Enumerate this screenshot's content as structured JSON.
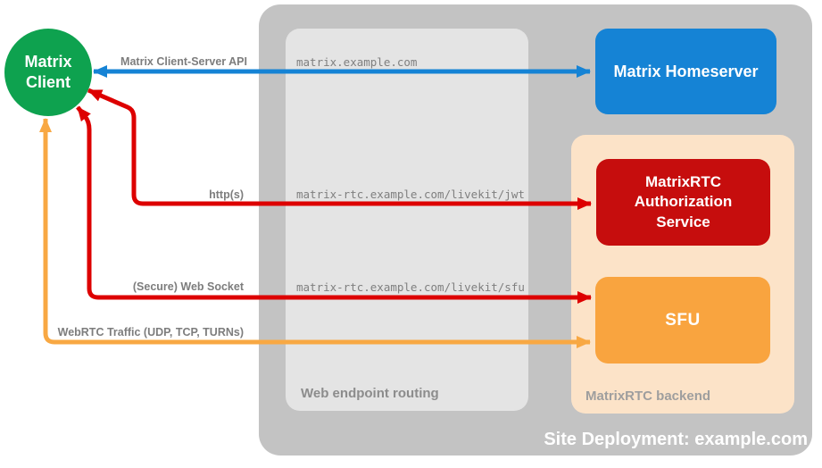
{
  "containers": {
    "site_deployment": {
      "label": "Site Deployment: example.com",
      "bg": "#c3c3c3"
    },
    "web_endpoint_routing": {
      "label": "Web endpoint routing",
      "bg": "#e4e4e4"
    },
    "matrixrtc_backend": {
      "label": "MatrixRTC backend",
      "bg": "#fce3c8"
    }
  },
  "nodes": {
    "matrix_client": {
      "label": "Matrix Client",
      "color": "#0ea24f"
    },
    "matrix_homeserver": {
      "label": "Matrix Homeserver",
      "color": "#1583d5"
    },
    "matrixrtc_auth_service": {
      "label": "MatrixRTC Authorization Service",
      "color": "#c60d0d"
    },
    "sfu": {
      "label": "SFU",
      "color": "#f9a43f"
    }
  },
  "edges": {
    "client_server_api": {
      "label": "Matrix Client-Server API",
      "route": "matrix.example.com",
      "color": "#1583d5"
    },
    "https": {
      "label": "http(s)",
      "route": "matrix-rtc.example.com/livekit/jwt",
      "color": "#dd0000"
    },
    "websocket": {
      "label": "(Secure) Web Socket",
      "route": "matrix-rtc.example.com/livekit/sfu",
      "color": "#dd0000"
    },
    "webrtc": {
      "label": "WebRTC Traffic (UDP, TCP, TURNs)",
      "color": "#f8a843"
    }
  }
}
